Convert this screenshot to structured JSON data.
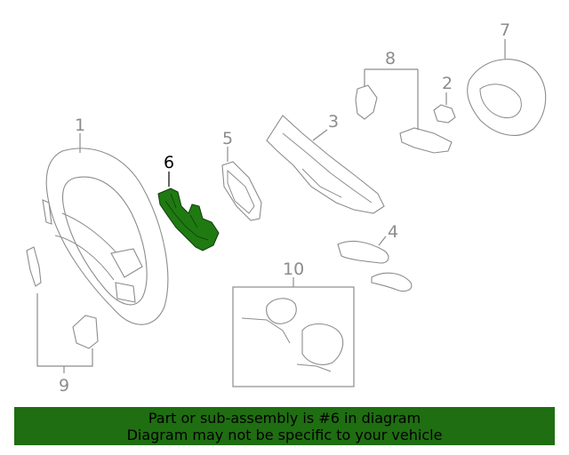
{
  "callouts": {
    "c1": "1",
    "c2": "2",
    "c3": "3",
    "c4": "4",
    "c5": "5",
    "c6": "6",
    "c7": "7",
    "c8": "8",
    "c9": "9",
    "c10": "10"
  },
  "colors": {
    "highlight_part": "#1f7a12",
    "banner_background": "#1f6e12",
    "line_gray": "#8c8c8c"
  },
  "banner": {
    "line1": "Part or sub-assembly is #6 in diagram",
    "line2": "Diagram may not be specific to your vehicle"
  }
}
